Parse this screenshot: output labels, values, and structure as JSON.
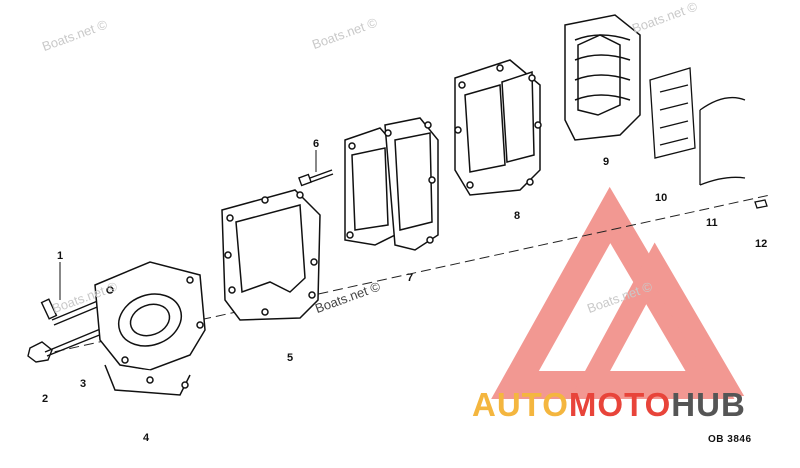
{
  "callouts": [
    {
      "id": "1",
      "label": "1"
    },
    {
      "id": "2",
      "label": "2"
    },
    {
      "id": "3",
      "label": "3"
    },
    {
      "id": "4",
      "label": "4"
    },
    {
      "id": "5",
      "label": "5"
    },
    {
      "id": "6",
      "label": "6"
    },
    {
      "id": "7",
      "label": "7"
    },
    {
      "id": "8",
      "label": "8"
    },
    {
      "id": "9",
      "label": "9"
    },
    {
      "id": "10",
      "label": "10"
    },
    {
      "id": "11",
      "label": "11"
    },
    {
      "id": "12",
      "label": "12"
    }
  ],
  "watermarks": {
    "text": "Boats.net ©"
  },
  "reference_code": "OB 3846",
  "logo": {
    "part1": "AUTO",
    "part2": "MOTO",
    "part3": "HUB",
    "color_primary": "#f4b63f",
    "color_accent": "#e8443a",
    "color_dark": "#555555"
  }
}
